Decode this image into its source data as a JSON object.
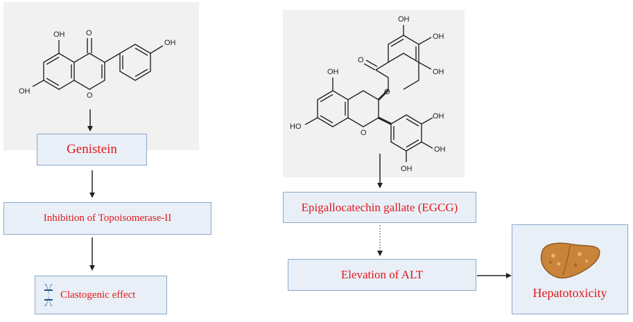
{
  "left": {
    "compound_label": "Genistein",
    "mechanism_label": "Inhibition of Topoisomerase-II",
    "effect_label": "Clastogenic effect",
    "effect_icon": "chromosome-icon"
  },
  "right": {
    "compound_label": "Epigallocatechin gallate (EGCG)",
    "effect_label": "Elevation of ALT",
    "outcome_label": "Hepatotoxicity",
    "outcome_icon": "liver-icon"
  },
  "atom_labels": {
    "oxygen": "O",
    "hydroxyl": "OH",
    "hydroxyl_left": "HO"
  },
  "colors": {
    "label_text": "#e3161a",
    "box_fill": "#e8eff7",
    "box_border": "#8aa8c8",
    "panel_bg": "#f1f1f1",
    "arrow": "#222222",
    "liver": "#c9843a"
  }
}
